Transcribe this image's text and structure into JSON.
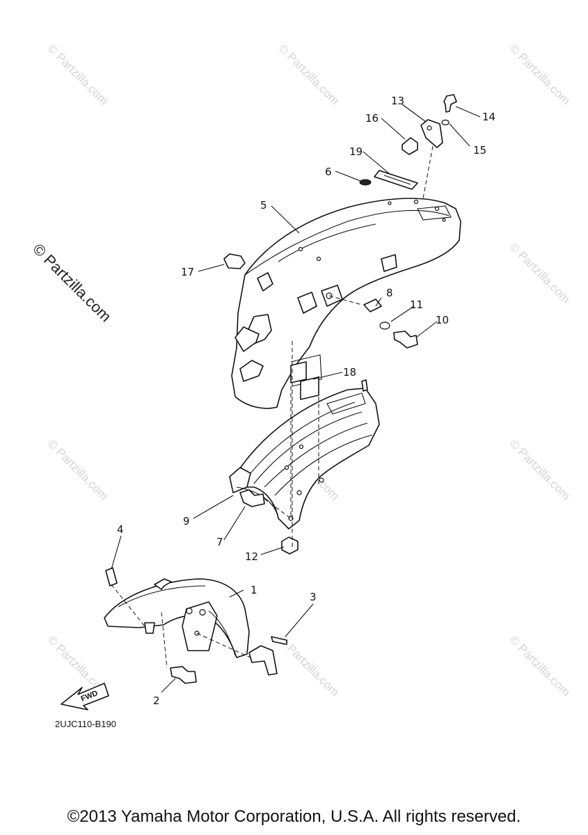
{
  "watermark": "© Partzilla.com",
  "diagram_code": "2UJC110-B190",
  "copyright": "©2013 Yamaha Motor Corporation, U.S.A. All rights reserved.",
  "fwd_label": "FWD",
  "callouts": {
    "c1": "1",
    "c2": "2",
    "c3": "3",
    "c4": "4",
    "c5": "5",
    "c6": "6",
    "c7": "7",
    "c8": "8",
    "c9": "9",
    "c10": "10",
    "c11": "11",
    "c12": "12",
    "c13": "13",
    "c14": "14",
    "c15": "15",
    "c16": "16",
    "c17": "17",
    "c18": "18",
    "c19": "19"
  }
}
